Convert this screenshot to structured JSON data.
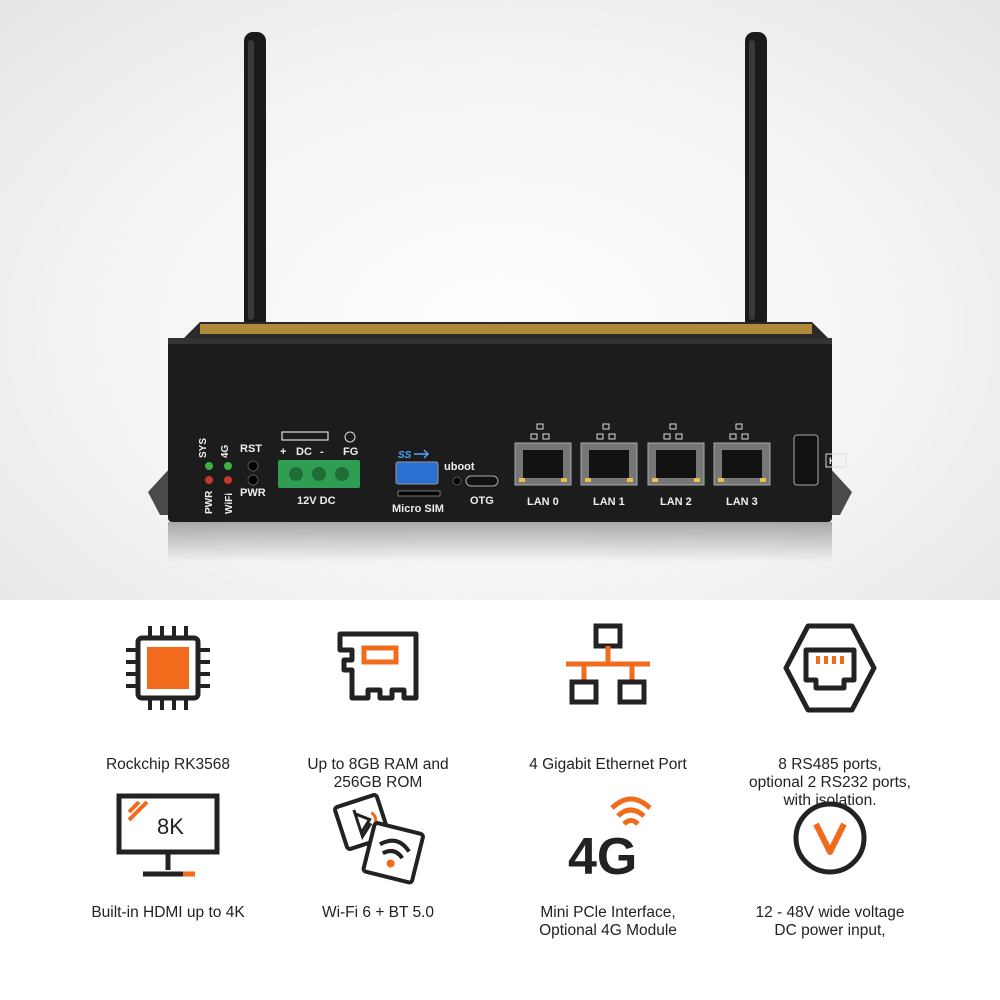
{
  "device": {
    "leds": {
      "sys": "SYS",
      "g4": "4G",
      "pwr": "PWR",
      "wifi": "WiFi"
    },
    "buttons": {
      "rst": "RST",
      "pwr": "PWR"
    },
    "dc": {
      "plus": "+",
      "dc": "DC",
      "minus": "-",
      "fg": "FG",
      "label": "12V DC"
    },
    "usb_logo": "SS",
    "sim_label": "Micro SIM",
    "uboot_label": "uboot",
    "otg_label": "OTG",
    "lan_ports": [
      "LAN 0",
      "LAN 1",
      "LAN 2",
      "LAN 3"
    ],
    "hd_label": "HD"
  },
  "features": [
    {
      "icon": "chip-icon",
      "caption": "Rockchip RK3568"
    },
    {
      "icon": "memory-icon",
      "caption": "Up to 8GB RAM and\n256GB ROM"
    },
    {
      "icon": "network-icon",
      "caption": "4 Gigabit Ethernet Port"
    },
    {
      "icon": "rj45-port-icon",
      "caption": "8 RS485 ports,\noptional 2 RS232 ports,\nwith isolation."
    },
    {
      "icon": "monitor-8k-icon",
      "caption": "Built-in HDMI up to 4K",
      "badge": "8K"
    },
    {
      "icon": "wifi-bluetooth-icon",
      "caption": "Wi-Fi 6 + BT 5.0"
    },
    {
      "icon": "4g-icon",
      "caption": "Mini PCle Interface,\nOptional 4G Module",
      "badge": "4G"
    },
    {
      "icon": "voltage-icon",
      "caption": "12 - 48V wide voltage\nDC power input,"
    }
  ],
  "colors": {
    "accent": "#f26a1b",
    "dark": "#222222",
    "device_body": "#1c1c1c",
    "terminal": "#2f9e52"
  }
}
